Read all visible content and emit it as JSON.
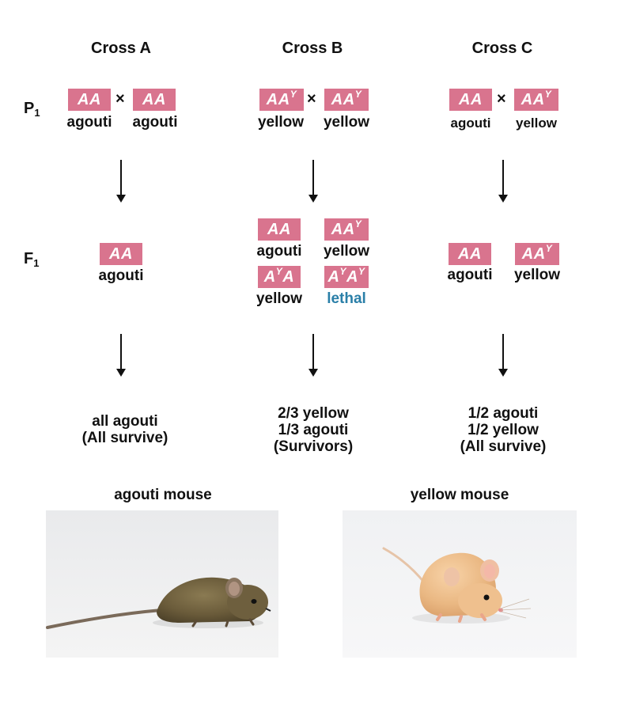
{
  "crosses": {
    "a": {
      "title": "Cross A",
      "p1": {
        "left": "AA",
        "right": "AA",
        "left_label": "agouti",
        "right_label": "agouti"
      },
      "f1": [
        {
          "genotype": "AA",
          "label": "agouti"
        }
      ],
      "result": [
        "all agouti",
        "(All survive)"
      ]
    },
    "b": {
      "title": "Cross B",
      "p1": {
        "left_base": "AA",
        "left_sup": "Y",
        "right_base": "AA",
        "right_sup": "Y",
        "left_label": "yellow",
        "right_label": "yellow"
      },
      "f1": {
        "g1": "AA",
        "g1_label": "agouti",
        "g2_base": "AA",
        "g2_sup": "Y",
        "g2_label": "yellow",
        "g3_a": "A",
        "g3_sup": "Y",
        "g3_b": "A",
        "g3_label": "yellow",
        "g4_a": "A",
        "g4_sup1": "Y",
        "g4_b": "A",
        "g4_sup2": "Y",
        "g4_label": "lethal"
      },
      "result": [
        "2/3 yellow",
        "1/3 agouti",
        "(Survivors)"
      ]
    },
    "c": {
      "title": "Cross C",
      "p1": {
        "left": "AA",
        "right_base": "AA",
        "right_sup": "Y",
        "left_label": "agouti",
        "right_label": "yellow"
      },
      "f1": {
        "g1": "AA",
        "g1_label": "agouti",
        "g2_base": "AA",
        "g2_sup": "Y",
        "g2_label": "yellow"
      },
      "result": [
        "1/2 agouti",
        "1/2 yellow",
        "(All survive)"
      ]
    }
  },
  "generations": {
    "p1_letter": "P",
    "p1_sub": "1",
    "f1_letter": "F",
    "f1_sub": "1"
  },
  "times_symbol": "×",
  "colors": {
    "box": "#d9748e",
    "lethal": "#2a7fa8"
  },
  "mice": {
    "agouti_title": "agouti mouse",
    "yellow_title": "yellow mouse"
  }
}
